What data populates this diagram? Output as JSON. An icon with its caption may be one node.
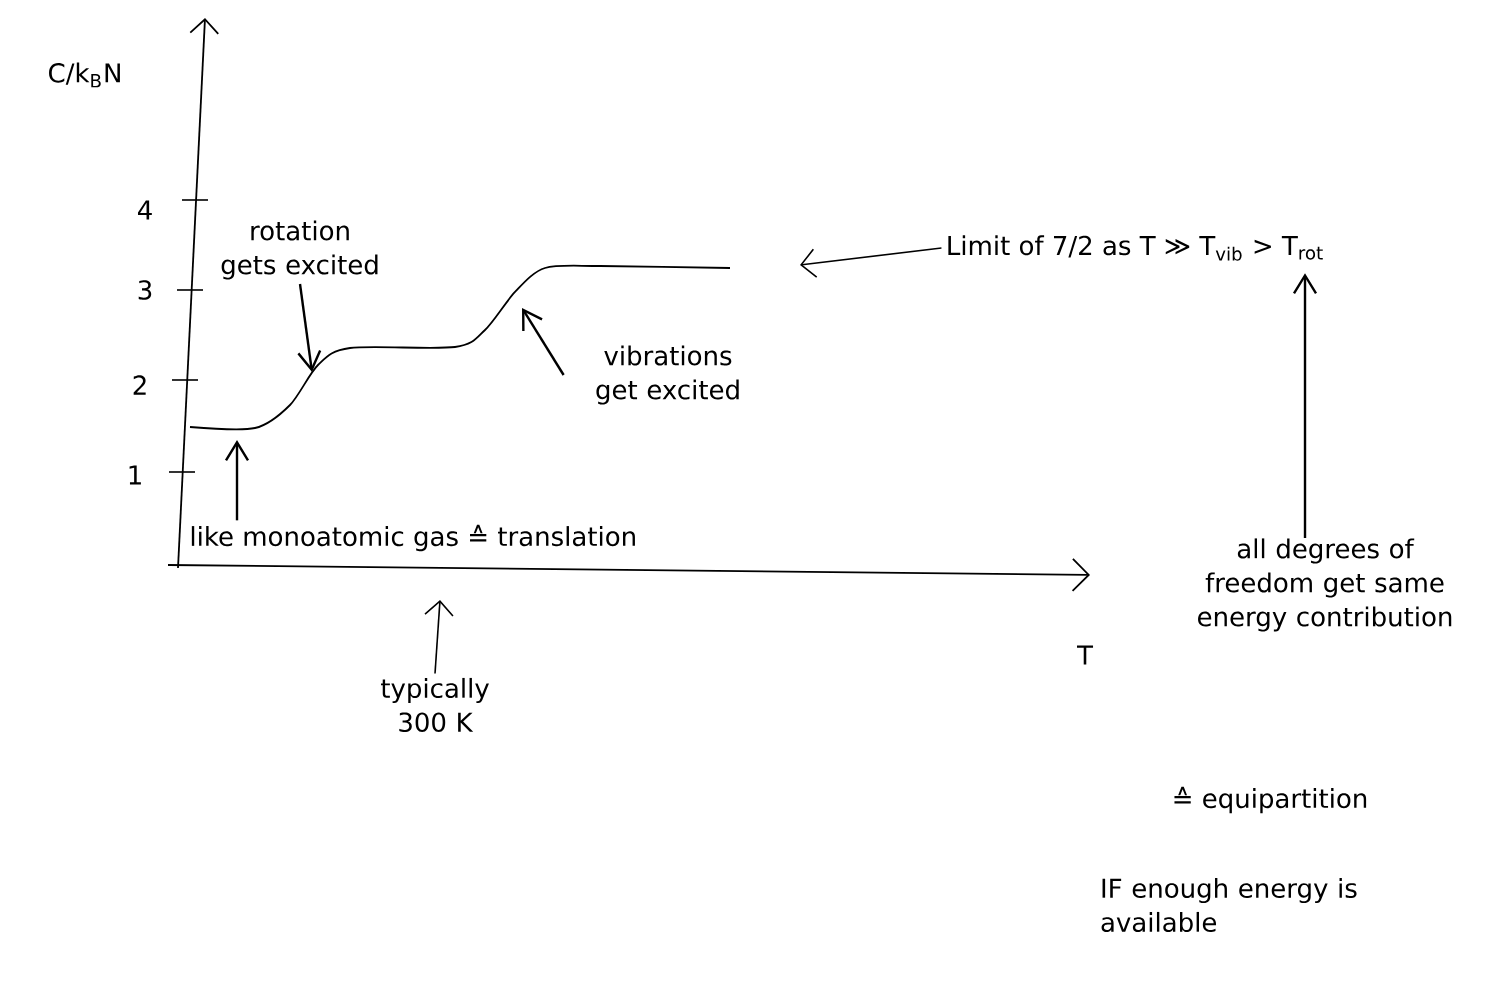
{
  "diagram": {
    "nodes": [
      {
        "text": [
          "rotation gets excited"
        ]
      },
      {
        "text": [
          "vibrations get excited"
        ]
      },
      {
        "text": [
          "like monoatomic gas ≙ translation"
        ]
      },
      {
        "text": [
          "typically 300 K"
        ]
      },
      {
        "text": [
          "Limit of 7/2 as T ≫ T$_{vib}$ > T$_{rot}$"
        ]
      },
      {
        "text": [
          "all degrees of freedom get same energy contribution"
        ]
      }
    ],
    "edges": [
      {
        "from": 0,
        "to": null,
        "arrow": "to"
      },
      {
        "from": 1,
        "to": null,
        "arrow": "to"
      },
      {
        "from": 2,
        "to": null,
        "arrow": "to"
      },
      {
        "from": 3,
        "to": null,
        "arrow": "to"
      },
      {
        "from": 4,
        "to": null,
        "arrow": "to"
      },
      {
        "from": 5,
        "to": 4,
        "arrow": "to"
      }
    ],
    "labels": [
      "C/k$_{B}$N",
      "4",
      "3",
      "2",
      "1",
      "T",
      "≙ equipartition",
      "IF enough energy is available"
    ]
  }
}
